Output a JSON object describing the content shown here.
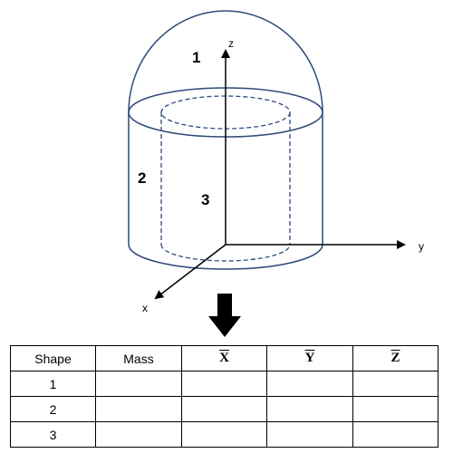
{
  "figure": {
    "labels": {
      "part1": "1",
      "part2": "2",
      "part3": "3"
    },
    "axes": {
      "x": "x",
      "y": "y",
      "z": "z"
    },
    "colors": {
      "outline": "#2f4a7a",
      "axes": "#000000"
    }
  },
  "table": {
    "headers": [
      "Shape",
      "Mass",
      "X",
      "Y",
      "Z"
    ],
    "rows": [
      [
        "1",
        "",
        "",
        "",
        ""
      ],
      [
        "2",
        "",
        "",
        "",
        ""
      ],
      [
        "3",
        "",
        "",
        "",
        ""
      ]
    ]
  }
}
